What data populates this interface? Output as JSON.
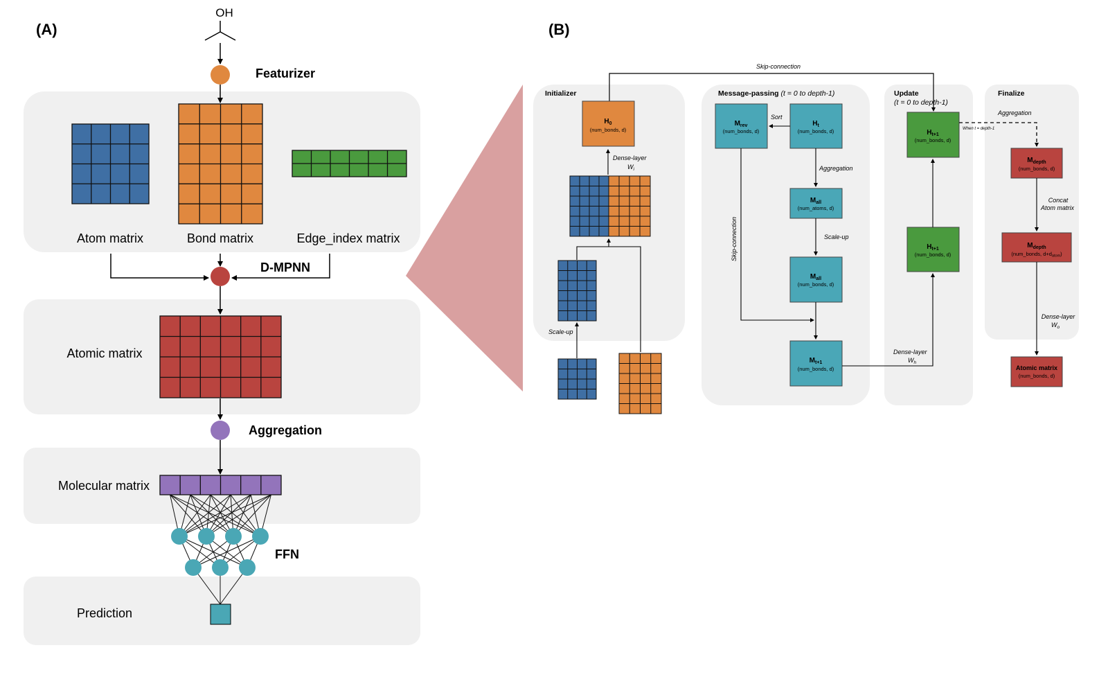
{
  "panel_a": {
    "label": "(A)",
    "molecule_label": "OH",
    "featurizer": "Featurizer",
    "atom_matrix": "Atom matrix",
    "bond_matrix": "Bond matrix",
    "edge_index_matrix": "Edge_index matrix",
    "dmpnn": "D-MPNN",
    "atomic_matrix": "Atomic matrix",
    "aggregation": "Aggregation",
    "molecular_matrix": "Molecular matrix",
    "ffn": "FFN",
    "prediction": "Prediction"
  },
  "panel_b": {
    "label": "(B)",
    "skip_connection_top": "Skip-connection",
    "initializer": {
      "title": "Initializer",
      "h0": "H",
      "h0_sub": "0",
      "h0_dims": "(num_bonds, d)",
      "dense_layer": "Dense-layer",
      "wi": "W",
      "wi_sub": "i",
      "scale_up": "Scale-up"
    },
    "message_passing": {
      "title": "Message-passing",
      "range": "(t = 0 to depth-1)",
      "mrev": "M",
      "mrev_sub": "rev",
      "mrev_dims": "(num_bonds, d)",
      "sort": "Sort",
      "ht": "H",
      "ht_sub": "t",
      "ht_dims": "(num_bonds, d)",
      "aggregation": "Aggregation",
      "mall1": "M",
      "mall1_sub": "all",
      "mall1_dims": "(num_atoms, d)",
      "scale_up": "Scale-up",
      "mall2": "M",
      "mall2_sub": "all",
      "mall2_dims": "(num_bonds, d)",
      "skip_connection": "Skip-connection",
      "mt1": "M",
      "mt1_sub": "t+1",
      "mt1_dims": "(num_bonds, d)"
    },
    "update": {
      "title": "Update",
      "range": "(t = 0 to depth-1)",
      "ht1_top": "H",
      "ht1_top_sub": "t+1",
      "ht1_top_dims": "(num_bonds, d)",
      "ht1_bottom": "H",
      "ht1_bottom_sub": "t+1",
      "ht1_bottom_dims": "(num_bonds, d)",
      "dense_layer": "Dense-layer",
      "wh": "W",
      "wh_sub": "h",
      "when": "When t = depth-1"
    },
    "finalize": {
      "title": "Finalize",
      "aggregation": "Aggregation",
      "mdepth1": "M",
      "mdepth1_sub": "depth",
      "mdepth1_dims": "(num_bonds, d)",
      "concat": "Concat",
      "atom_matrix": "Atom matrix",
      "mdepth2": "M",
      "mdepth2_sub": "depth",
      "mdepth2_dims_pre": "(num_bonds, d+d",
      "mdepth2_dims_sub": "atom",
      "mdepth2_dims_post": ")",
      "dense_layer": "Dense-layer",
      "wo": "W",
      "wo_sub": "o",
      "atomic_matrix": "Atomic matrix",
      "atomic_matrix_dims": "(num_bonds, d)"
    }
  },
  "colors": {
    "panel_bg": "#f0f0f0",
    "atom_blue": "#3f6fa4",
    "bond_orange": "#e0883f",
    "edge_green": "#4a9a3e",
    "atomic_red": "#b9443f",
    "molecular_purple": "#9374bb",
    "ffn_teal": "#4aa7b5",
    "mp_teal": "#4aa7b7",
    "update_green": "#4a9a3e",
    "finalize_red": "#b9443f",
    "pink_wedge": "#d9a0a0"
  }
}
